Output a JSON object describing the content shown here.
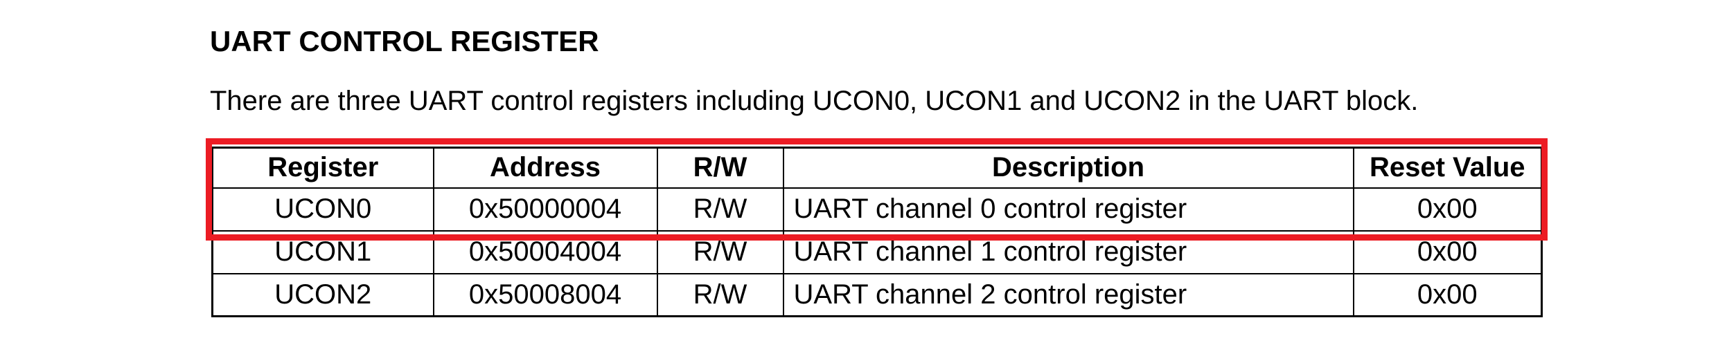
{
  "document": {
    "heading": "UART CONTROL REGISTER",
    "intro": "There are three UART control registers including UCON0, UCON1 and UCON2 in the UART block."
  },
  "register_table": {
    "headers": [
      "Register",
      "Address",
      "R/W",
      "Description",
      "Reset Value"
    ],
    "rows": [
      {
        "register": "UCON0",
        "address": "0x50000004",
        "rw": "R/W",
        "description": "UART channel 0 control register",
        "reset_value": "0x00"
      },
      {
        "register": "UCON1",
        "address": "0x50004004",
        "rw": "R/W",
        "description": "UART channel 1 control register",
        "reset_value": "0x00"
      },
      {
        "register": "UCON2",
        "address": "0x50008004",
        "rw": "R/W",
        "description": "UART channel 2 control register",
        "reset_value": "0x00"
      }
    ]
  },
  "annotation": {
    "highlight_color": "#EC1C24",
    "highlighted_region": "table header row and UCON0 row"
  }
}
